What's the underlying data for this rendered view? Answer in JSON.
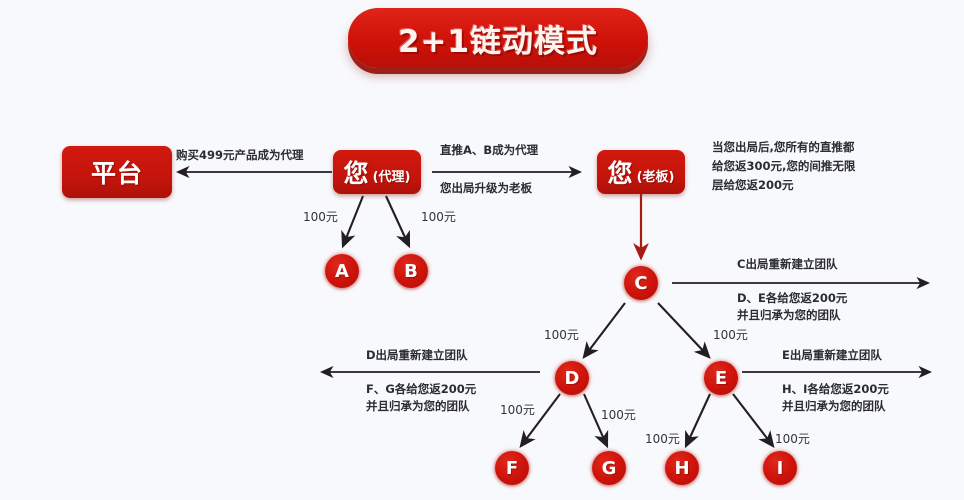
{
  "banner": {
    "title": "2+1链动模式"
  },
  "colors": {
    "background": "#f8f9fc",
    "brand_red": "#c4150c",
    "node_red": "#cc120a",
    "banner_shadow": "#9c2018",
    "text": "#2b2b33",
    "arrow_dark": "#231f20",
    "arrow_red": "#a81b10"
  },
  "boxes": [
    {
      "id": "platform",
      "label_main": "平台",
      "label_sub": ""
    },
    {
      "id": "you-agent",
      "label_main": "您",
      "label_sub": "(代理)"
    },
    {
      "id": "you-boss",
      "label_main": "您",
      "label_sub": "(老板)"
    }
  ],
  "nodes": [
    {
      "id": "A",
      "label": "A"
    },
    {
      "id": "B",
      "label": "B"
    },
    {
      "id": "C",
      "label": "C"
    },
    {
      "id": "D",
      "label": "D"
    },
    {
      "id": "E",
      "label": "E"
    },
    {
      "id": "F",
      "label": "F"
    },
    {
      "id": "G",
      "label": "G"
    },
    {
      "id": "H",
      "label": "H"
    },
    {
      "id": "I",
      "label": "I"
    }
  ],
  "annotations": {
    "platform_arrow": "购买499元产品成为代理",
    "agent_to_boss_top": "直推A、B成为代理",
    "agent_to_boss_bottom": "您出局升级为老板",
    "boss_note_line1": "当您出局后,您所有的直推都",
    "boss_note_line2": "给您返300元,您的间推无限",
    "boss_note_line3": "层给您返200元",
    "c_top": "C出局重新建立团队",
    "c_bottom_line1": "D、E各给您返200元",
    "c_bottom_line2": "并且归承为您的团队",
    "d_top": "D出局重新建立团队",
    "d_bottom_line1": "F、G各给您返200元",
    "d_bottom_line2": "并且归承为您的团队",
    "e_top": "E出局重新建立团队",
    "e_bottom_line1": "H、I各给您返200元",
    "e_bottom_line2": "并且归承为您的团队"
  },
  "money_labels": {
    "to_a": "100元",
    "to_b": "100元",
    "to_d": "100元",
    "to_e": "100元",
    "to_f": "100元",
    "to_g": "100元",
    "to_h": "100元",
    "to_i": "100元"
  }
}
